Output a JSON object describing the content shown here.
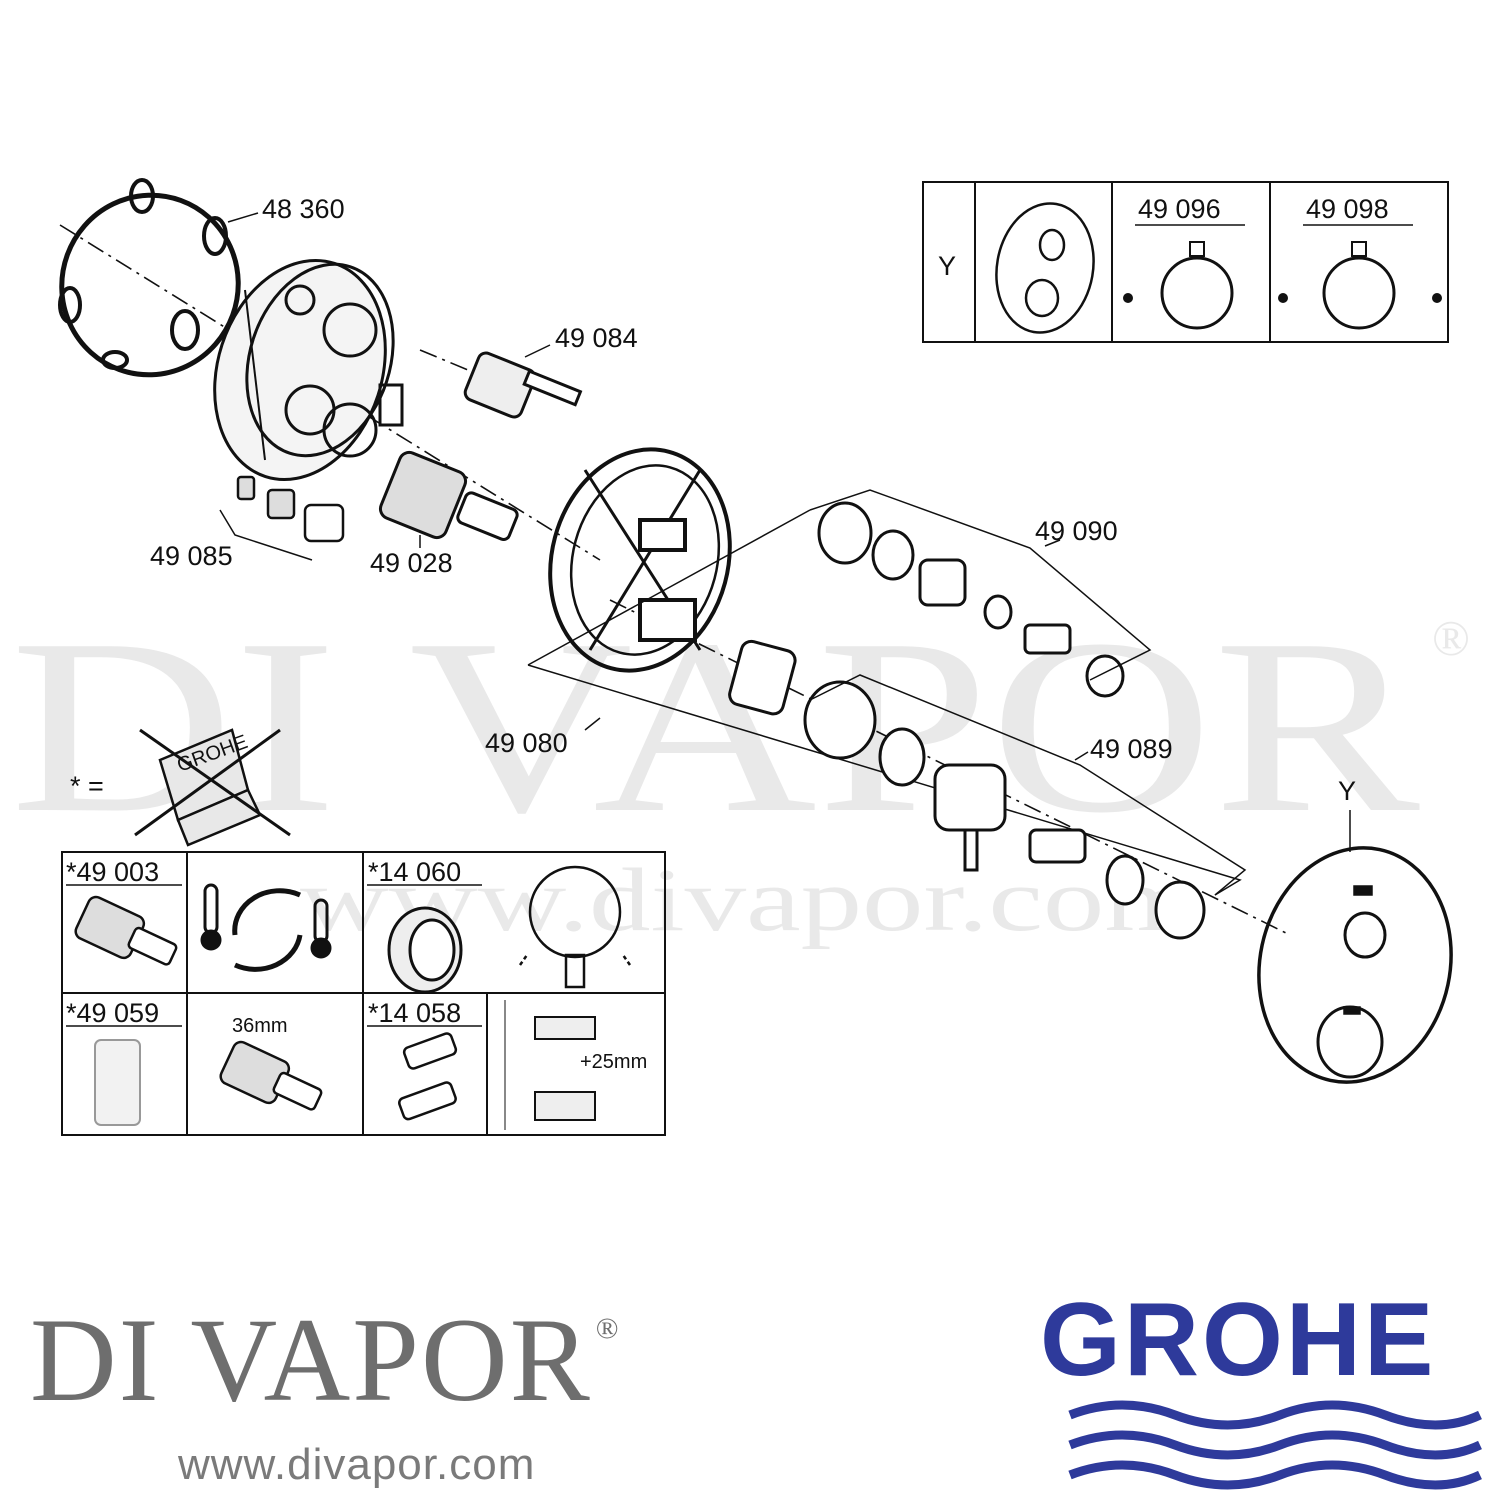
{
  "watermark": {
    "text": "DI VAPOR",
    "registered": "®",
    "url": "www.divapor.com"
  },
  "parts": {
    "p48360": "48 360",
    "p49084": "49 084",
    "p49085": "49 085",
    "p49028": "49 028",
    "p49090": "49 090",
    "p49080": "49 080",
    "p49089": "49 089",
    "y_label": "Y"
  },
  "variant_table": {
    "y_label": "Y",
    "col1": "49 096",
    "col2": "49 098"
  },
  "note": {
    "asterisk": "* =",
    "grohe_small": "GROHE"
  },
  "info_table": {
    "c1": "*49 003",
    "c2": "*14 060",
    "c3": "*49 059",
    "c3_size": "36mm",
    "c4": "*14 058",
    "c4_extension": "+25mm"
  },
  "branding": {
    "divapor": "DI VAPOR",
    "registered": "®",
    "url": "www.divapor.com",
    "grohe": "GROHE"
  },
  "colors": {
    "line": "#111111",
    "watermark": "#e9e9e9",
    "divapor_grey": "#6e6e6e",
    "grohe_blue": "#2e3a9b"
  }
}
